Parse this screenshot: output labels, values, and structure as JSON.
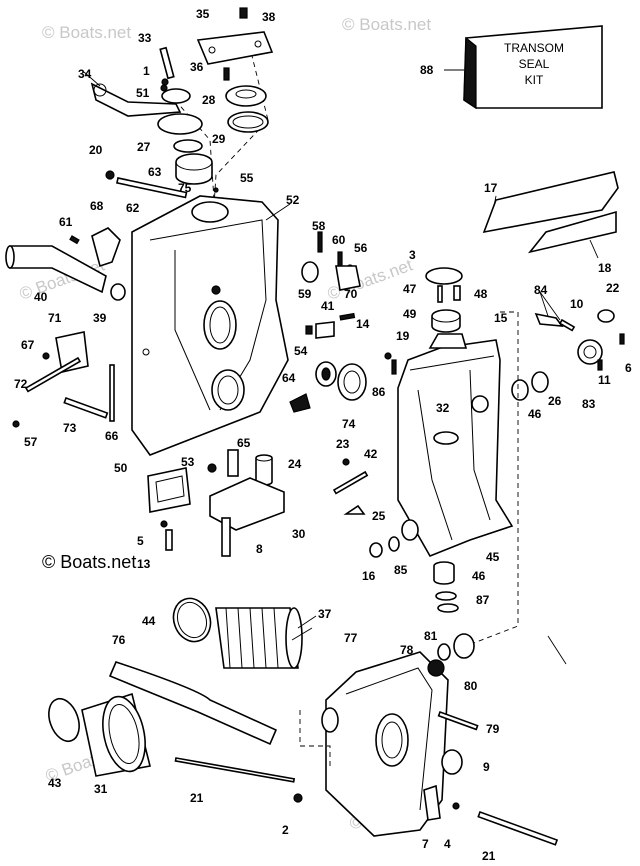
{
  "watermark": "© Boats.net",
  "kit_label": [
    "TRANSOM",
    "SEAL",
    "KIT"
  ],
  "callouts": [
    {
      "id": "c35",
      "n": "35"
    },
    {
      "id": "c38",
      "n": "38"
    },
    {
      "id": "c33",
      "n": "33"
    },
    {
      "id": "c1",
      "n": "1"
    },
    {
      "id": "c36",
      "n": "36"
    },
    {
      "id": "c34",
      "n": "34"
    },
    {
      "id": "c51",
      "n": "51"
    },
    {
      "id": "c28",
      "n": "28"
    },
    {
      "id": "c29",
      "n": "29"
    },
    {
      "id": "c27",
      "n": "27"
    },
    {
      "id": "c20",
      "n": "20"
    },
    {
      "id": "c63",
      "n": "63"
    },
    {
      "id": "c55",
      "n": "55"
    },
    {
      "id": "c75",
      "n": "75"
    },
    {
      "id": "c62",
      "n": "62"
    },
    {
      "id": "c52",
      "n": "52"
    },
    {
      "id": "c61",
      "n": "61"
    },
    {
      "id": "c68",
      "n": "68"
    },
    {
      "id": "c58",
      "n": "58"
    },
    {
      "id": "c60",
      "n": "60"
    },
    {
      "id": "c56",
      "n": "56"
    },
    {
      "id": "c40",
      "n": "40"
    },
    {
      "id": "c39",
      "n": "39"
    },
    {
      "id": "c59",
      "n": "59"
    },
    {
      "id": "c70",
      "n": "70"
    },
    {
      "id": "c71",
      "n": "71"
    },
    {
      "id": "c14",
      "n": "14"
    },
    {
      "id": "c41",
      "n": "41"
    },
    {
      "id": "c67",
      "n": "67"
    },
    {
      "id": "c54",
      "n": "54"
    },
    {
      "id": "c64",
      "n": "64"
    },
    {
      "id": "c74",
      "n": "74"
    },
    {
      "id": "c72",
      "n": "72"
    },
    {
      "id": "c73",
      "n": "73"
    },
    {
      "id": "c57",
      "n": "57"
    },
    {
      "id": "c66",
      "n": "66"
    },
    {
      "id": "c65",
      "n": "65"
    },
    {
      "id": "c24",
      "n": "24"
    },
    {
      "id": "c53",
      "n": "53"
    },
    {
      "id": "c50",
      "n": "50"
    },
    {
      "id": "c30",
      "n": "30"
    },
    {
      "id": "c8",
      "n": "8"
    },
    {
      "id": "c5",
      "n": "5"
    },
    {
      "id": "c13",
      "n": "13"
    },
    {
      "id": "c88",
      "n": "88"
    },
    {
      "id": "c17",
      "n": "17"
    },
    {
      "id": "c18",
      "n": "18"
    },
    {
      "id": "c3",
      "n": "3"
    },
    {
      "id": "c47",
      "n": "47"
    },
    {
      "id": "c48",
      "n": "48"
    },
    {
      "id": "c49",
      "n": "49"
    },
    {
      "id": "c19",
      "n": "19"
    },
    {
      "id": "c86",
      "n": "86"
    },
    {
      "id": "c84",
      "n": "84"
    },
    {
      "id": "c10",
      "n": "10"
    },
    {
      "id": "c22",
      "n": "22"
    },
    {
      "id": "c15",
      "n": "15"
    },
    {
      "id": "c6",
      "n": "6"
    },
    {
      "id": "c11",
      "n": "11"
    },
    {
      "id": "c83",
      "n": "83"
    },
    {
      "id": "c26",
      "n": "26"
    },
    {
      "id": "c46a",
      "n": "46"
    },
    {
      "id": "c32",
      "n": "32"
    },
    {
      "id": "c23",
      "n": "23"
    },
    {
      "id": "c42",
      "n": "42"
    },
    {
      "id": "c25",
      "n": "25"
    },
    {
      "id": "c45",
      "n": "45"
    },
    {
      "id": "c16",
      "n": "16"
    },
    {
      "id": "c85",
      "n": "85"
    },
    {
      "id": "c46b",
      "n": "46"
    },
    {
      "id": "c87",
      "n": "87"
    },
    {
      "id": "c44",
      "n": "44"
    },
    {
      "id": "c37",
      "n": "37"
    },
    {
      "id": "c76",
      "n": "76"
    },
    {
      "id": "c77",
      "n": "77"
    },
    {
      "id": "c81",
      "n": "81"
    },
    {
      "id": "c78",
      "n": "78"
    },
    {
      "id": "c80",
      "n": "80"
    },
    {
      "id": "c79",
      "n": "79"
    },
    {
      "id": "c9",
      "n": "9"
    },
    {
      "id": "c43",
      "n": "43"
    },
    {
      "id": "c31",
      "n": "31"
    },
    {
      "id": "c21a",
      "n": "21"
    },
    {
      "id": "c2",
      "n": "2"
    },
    {
      "id": "c7",
      "n": "7"
    },
    {
      "id": "c4",
      "n": "4"
    },
    {
      "id": "c21b",
      "n": "21"
    }
  ]
}
